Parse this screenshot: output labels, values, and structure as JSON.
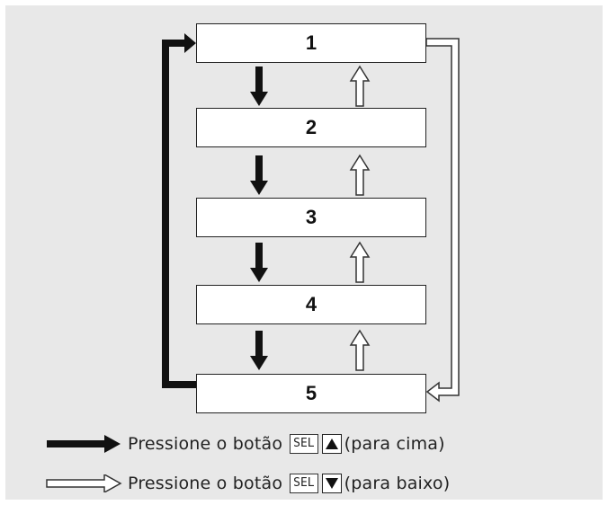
{
  "steps": [
    "1",
    "2",
    "3",
    "4",
    "5"
  ],
  "legend": {
    "up": {
      "text": "Pressione o botão",
      "key": "SEL",
      "direction": "(para cima)"
    },
    "down": {
      "text": "Pressione o botão",
      "key": "SEL",
      "direction": "(para baixo)"
    }
  },
  "colors": {
    "panel": "#e8e8e8",
    "arrow_solid": "#111111",
    "arrow_outline": "#333333",
    "box": "#ffffff"
  }
}
